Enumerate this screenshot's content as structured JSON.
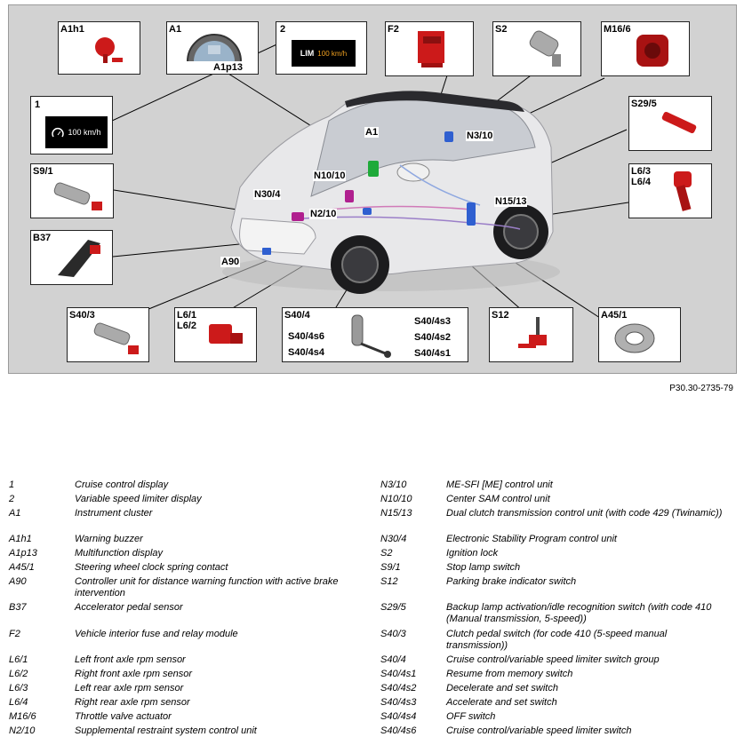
{
  "figure_code": "P30.30-2735-79",
  "callouts": {
    "A1h1": "A1h1",
    "A1": "A1",
    "A1p13": "A1p13",
    "n2": "2",
    "F2": "F2",
    "S2": "S2",
    "M16_6": "M16/6",
    "n1": "1",
    "S29_5": "S29/5",
    "S9_1": "S9/1",
    "L6_3": "L6/3",
    "L6_4": "L6/4",
    "B37": "B37",
    "A90": "A90",
    "S40_3": "S40/3",
    "L6_1": "L6/1",
    "L6_2": "L6/2",
    "S40_4": "S40/4",
    "S40_4s6": "S40/4s6",
    "S40_4s4": "S40/4s4",
    "S40_4s3": "S40/4s3",
    "S40_4s2": "S40/4s2",
    "S40_4s1": "S40/4s1",
    "S12": "S12",
    "A45_1": "A45/1",
    "car_A1": "A1",
    "N3_10": "N3/10",
    "N10_10": "N10/10",
    "N30_4": "N30/4",
    "N2_10": "N2/10",
    "N15_13": "N15/13"
  },
  "displays": {
    "cruise": "100 km/h",
    "limiter_prefix": "LIM",
    "limiter_value": "100 km/h"
  },
  "legend_left": [
    {
      "code": "1",
      "desc": "Cruise control display"
    },
    {
      "code": "2",
      "desc": "Variable speed limiter display"
    },
    {
      "code": "A1",
      "desc": "Instrument cluster"
    },
    {
      "code": "A1h1",
      "desc": "Warning buzzer"
    },
    {
      "code": "A1p13",
      "desc": "Multifunction display"
    },
    {
      "code": "A45/1",
      "desc": "Steering wheel clock spring contact"
    },
    {
      "code": "A90",
      "desc": "Controller unit for distance warning function with active brake intervention"
    },
    {
      "code": "B37",
      "desc": "Accelerator pedal sensor"
    },
    {
      "code": "F2",
      "desc": "Vehicle interior fuse and relay module"
    },
    {
      "code": "L6/1",
      "desc": "Left front axle rpm sensor"
    },
    {
      "code": "L6/2",
      "desc": "Right front axle rpm sensor"
    },
    {
      "code": "L6/3",
      "desc": "Left rear axle rpm sensor"
    },
    {
      "code": "L6/4",
      "desc": "Right rear axle rpm sensor"
    },
    {
      "code": "M16/6",
      "desc": "Throttle valve actuator"
    },
    {
      "code": "N2/10",
      "desc": "Supplemental restraint system control unit"
    }
  ],
  "legend_right": [
    {
      "code": "N3/10",
      "desc": "ME-SFI [ME] control unit"
    },
    {
      "code": "N10/10",
      "desc": "Center SAM control unit"
    },
    {
      "code": "N15/13",
      "desc": "Dual clutch transmission control unit (with code 429 (Twinamic))"
    },
    {
      "code": "N30/4",
      "desc": "Electronic Stability Program control unit"
    },
    {
      "code": "S2",
      "desc": "Ignition lock"
    },
    {
      "code": "S9/1",
      "desc": "Stop lamp switch"
    },
    {
      "code": "S12",
      "desc": "Parking brake indicator switch"
    },
    {
      "code": "S29/5",
      "desc": "Backup lamp activation/idle recognition switch (with code 410 (Manual transmission, 5-speed))"
    },
    {
      "code": "S40/3",
      "desc": "Clutch pedal switch (for code 410 (5-speed manual transmission))"
    },
    {
      "code": "S40/4",
      "desc": "Cruise control/variable speed limiter switch group"
    },
    {
      "code": "S40/4s1",
      "desc": "Resume from memory switch"
    },
    {
      "code": "S40/4s2",
      "desc": "Decelerate and set switch"
    },
    {
      "code": "S40/4s3",
      "desc": "Accelerate and set switch"
    },
    {
      "code": "S40/4s4",
      "desc": "OFF switch"
    },
    {
      "code": "S40/4s6",
      "desc": "Cruise control/variable speed limiter switch"
    }
  ],
  "colors": {
    "component_red": "#cc1a1a",
    "component_green": "#1faa3a",
    "component_blue": "#2f5fd0",
    "component_magenta": "#b0208f",
    "panel_grey": "#d2d2d2"
  }
}
